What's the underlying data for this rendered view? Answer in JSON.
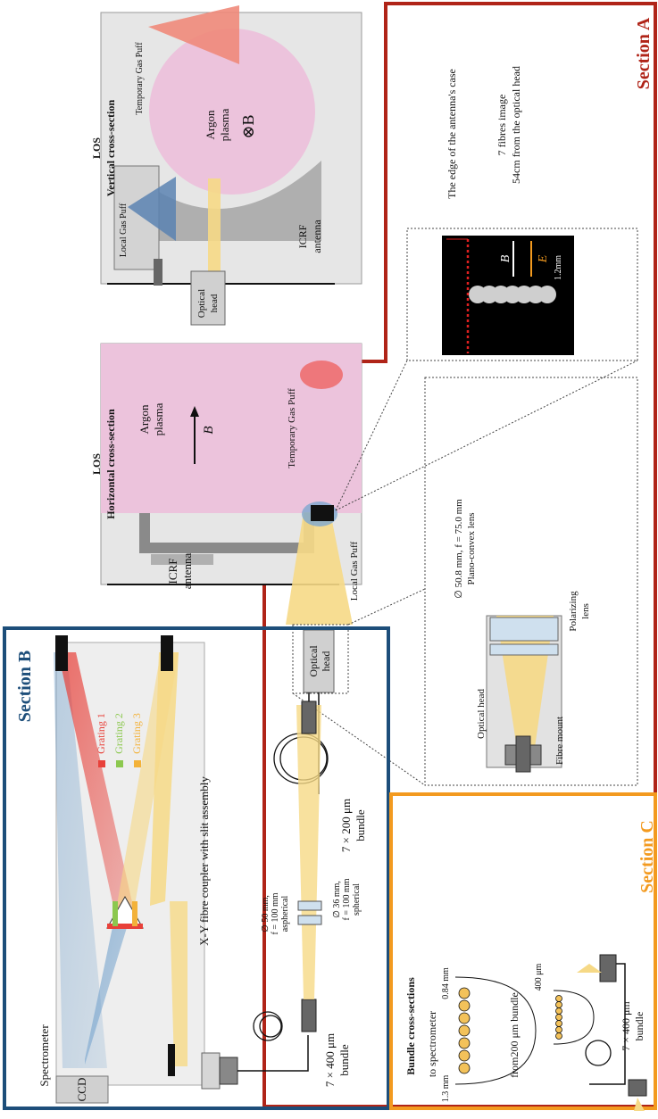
{
  "colors": {
    "section_a": "#b02418",
    "section_b": "#1d4e7a",
    "section_c": "#f39a1f",
    "plasma": "#ecc3dc",
    "beam": "#f6d986",
    "grating1": "#e8413a",
    "grating2": "#8cc84f",
    "grating3": "#f3b23a"
  },
  "section_a": {
    "title": "Section A",
    "los_vertical": {
      "line1": "LOS",
      "line2": "Vertical cross-section"
    },
    "los_horizontal": {
      "line1": "LOS",
      "line2": "Horizontal cross-section"
    },
    "temporary_gas_puff": "Temporary Gas Puff",
    "local_gas_puff": "Local Gas Puff",
    "argon": "Argon",
    "plasma": "plasma",
    "b_field_cross": "⊗B",
    "b_field": "B",
    "icrf": "ICRF",
    "antenna": "antenna",
    "optical": "Optical",
    "head": "head",
    "fibres_image_line1": "7 fibres image",
    "fibres_image_line2": "54cm from the optical head",
    "antenna_case_edge": "The edge of the antenna's case",
    "e_field": "E",
    "scale_mm": "1.2mm",
    "bundle_200_line1": "7 × 200 μm",
    "bundle_200_line2": "bundle",
    "inset": {
      "optical_head": "Optical head",
      "fibre_mount": "Fibre mount",
      "lens_spec": "∅ 50.8 mm, f = 75.0 mm",
      "lens_name": "Plano-convex lens",
      "polarizing": "Polarizing",
      "lens": "lens"
    }
  },
  "section_b": {
    "title": "Section B",
    "spectrometer": "Spectrometer",
    "ccd": "CCD",
    "gratings": [
      "Grating 1",
      "Grating 2",
      "Grating 3"
    ],
    "coupler": "X-Y fibre coupler with slit assembly",
    "lens1_line1": "∅ 50 mm,",
    "lens1_line2": "f = 100 mm",
    "lens1_line3": "aspherical",
    "lens2_line1": "∅ 36 mm,",
    "lens2_line2": "f = 100 mm",
    "lens2_line3": "spherical",
    "bundle_400_line1": "7 × 400 μm",
    "bundle_400_line2": "bundle"
  },
  "section_c": {
    "title": "Section C",
    "bundle_cross_sections": "Bundle cross-sections",
    "to_spectrometer": "to spectrometer",
    "dim_13": "1.3 mm",
    "dim_084": "0.84 mm",
    "from_200": "from200 μm bundle",
    "dim_400": "400 μm",
    "bundle_400_line1": "7 × 400 μm",
    "bundle_400_line2": "bundle"
  }
}
